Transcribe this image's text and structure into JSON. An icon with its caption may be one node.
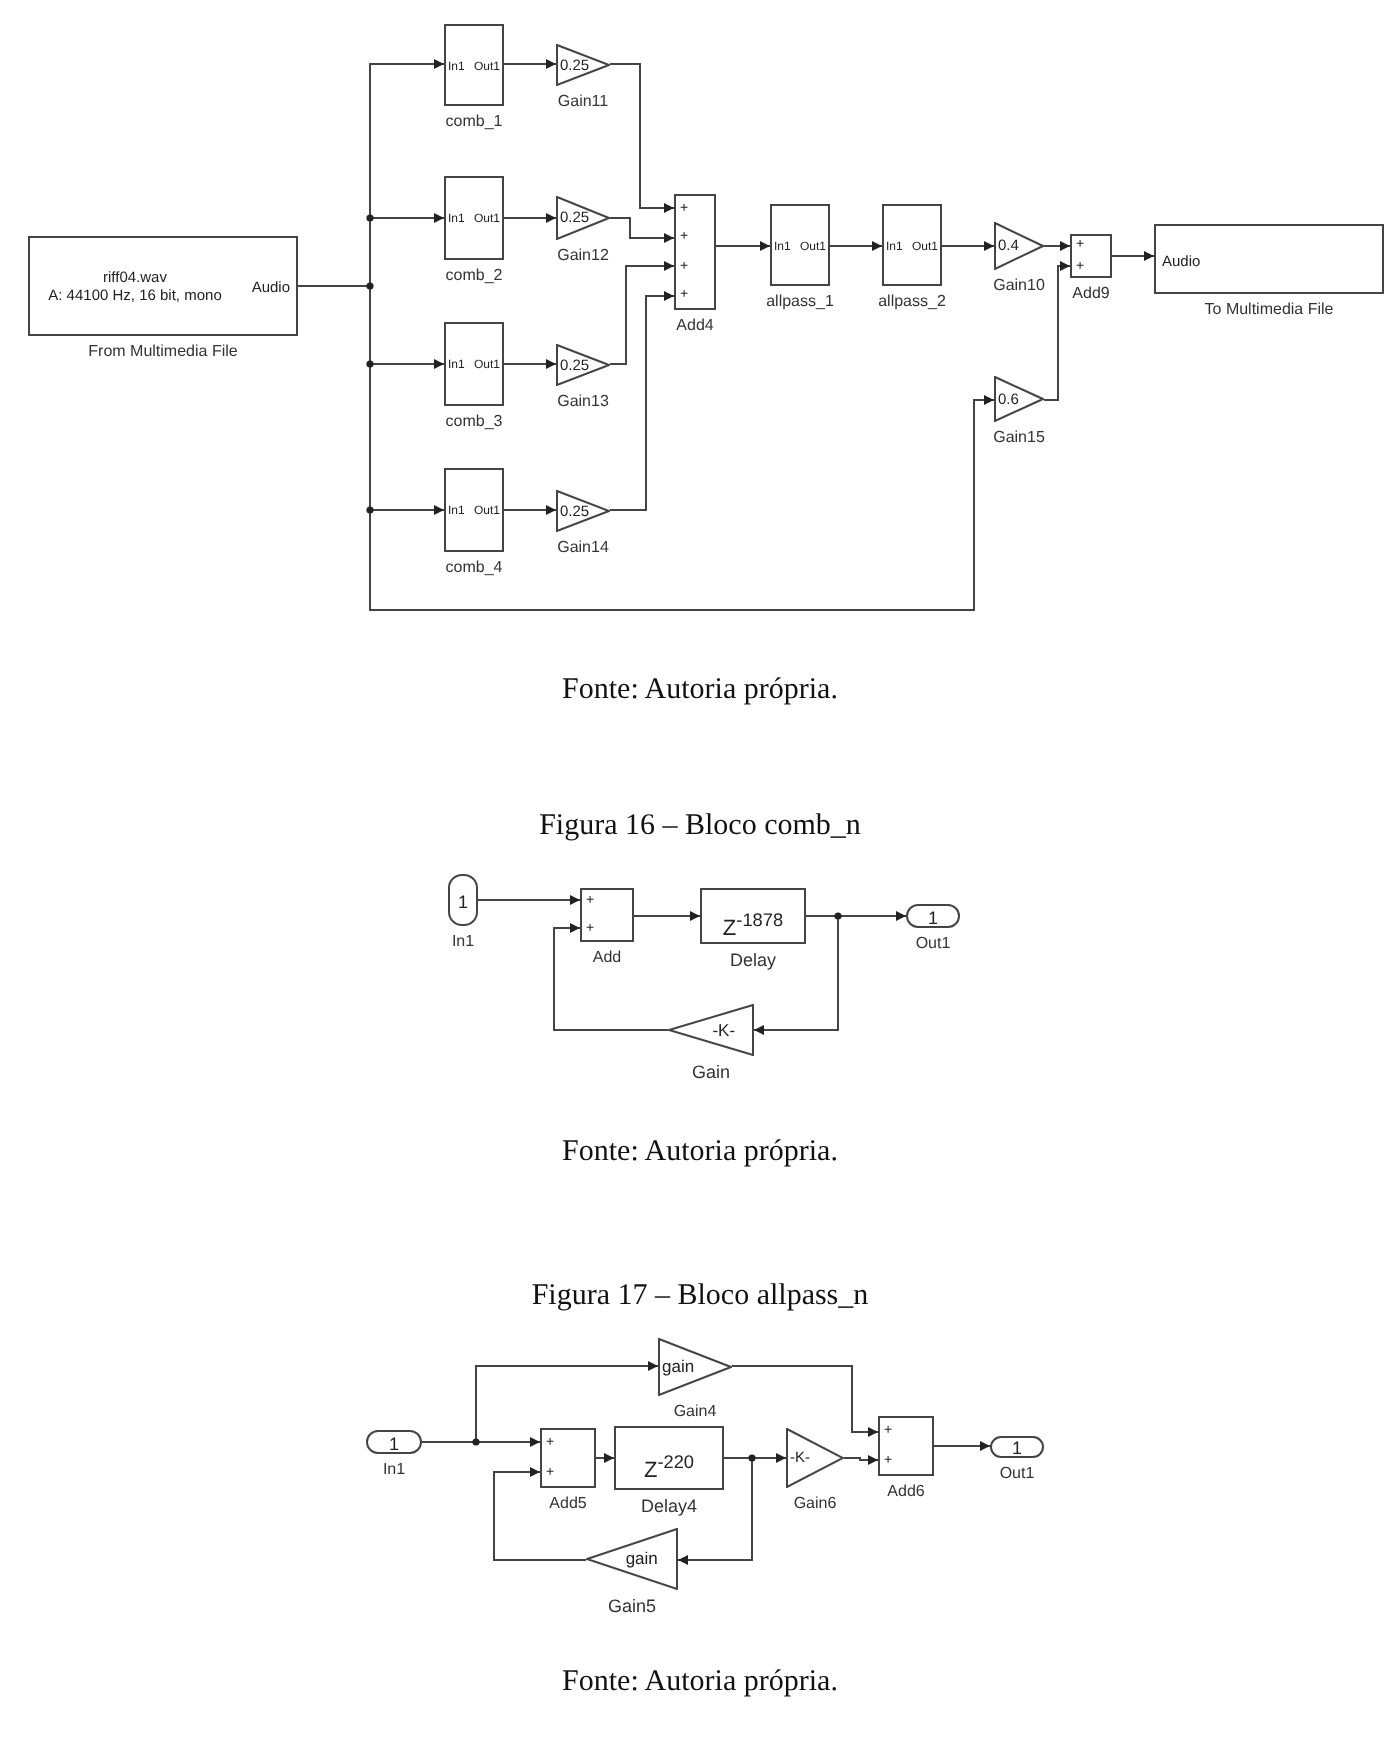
{
  "diagram": {
    "nodes": [
      {
        "text": [
          "riff04.wav",
          "A: 44100 Hz, 16 bit, mono",
          "Audio"
        ],
        "beside": [
          "From Multimedia File"
        ]
      },
      {
        "text": [
          "In1",
          "Out1"
        ],
        "beside": [
          "comb_1"
        ]
      },
      {
        "text": [
          "0.25"
        ],
        "beside": [
          "Gain11"
        ]
      },
      {
        "text": [
          "In1",
          "Out1"
        ],
        "beside": [
          "comb_2"
        ]
      },
      {
        "text": [
          "0.25"
        ],
        "beside": [
          "Gain12"
        ]
      },
      {
        "text": [
          "In1",
          "Out1"
        ],
        "beside": [
          "comb_3"
        ]
      },
      {
        "text": [
          "0.25"
        ],
        "beside": [
          "Gain13"
        ]
      },
      {
        "text": [
          "In1",
          "Out1"
        ],
        "beside": [
          "comb_4"
        ]
      },
      {
        "text": [
          "0.25"
        ],
        "beside": [
          "Gain14"
        ]
      },
      {
        "text": [
          "+",
          "+",
          "+",
          "+"
        ],
        "beside": [
          "Add4"
        ]
      },
      {
        "text": [
          "In1",
          "Out1"
        ],
        "beside": [
          "allpass_1"
        ]
      },
      {
        "text": [
          "In1",
          "Out1"
        ],
        "beside": [
          "allpass_2"
        ]
      },
      {
        "text": [
          "0.4"
        ],
        "beside": [
          "Gain10"
        ]
      },
      {
        "text": [
          "+",
          "+"
        ],
        "beside": [
          "Add9"
        ]
      },
      {
        "text": [
          "Audio"
        ],
        "beside": [
          "To Multimedia File"
        ]
      },
      {
        "text": [
          "0.6"
        ],
        "beside": [
          "Gain15"
        ]
      },
      {
        "text": [
          "1"
        ],
        "beside": [
          "In1"
        ]
      },
      {
        "text": [
          "+",
          "+"
        ],
        "beside": [
          "Add"
        ]
      },
      {
        "text": [
          "Z$^{-1878}$"
        ],
        "beside": [
          "Delay"
        ]
      },
      {
        "text": [
          "1"
        ],
        "beside": [
          "Out1"
        ]
      },
      {
        "text": [
          "-K-"
        ],
        "beside": [
          "Gain"
        ]
      },
      {
        "text": [
          "1"
        ],
        "beside": [
          "In1"
        ]
      },
      {
        "text": [
          "gain"
        ],
        "beside": [
          "Gain4"
        ]
      },
      {
        "text": [
          "+",
          "+"
        ],
        "beside": [
          "Add5"
        ]
      },
      {
        "text": [
          "Z$^{-220}$"
        ],
        "beside": [
          "Delay4"
        ]
      },
      {
        "text": [
          "-K-"
        ],
        "beside": [
          "Gain6"
        ]
      },
      {
        "text": [
          "+",
          "+"
        ],
        "beside": [
          "Add6"
        ]
      },
      {
        "text": [
          "1"
        ],
        "beside": [
          "Out1"
        ]
      },
      {
        "text": [
          "gain"
        ],
        "beside": [
          "Gain5"
        ]
      }
    ],
    "edges": [
      {
        "from": 0,
        "to": 1,
        "arrow": "to"
      },
      {
        "from": 0,
        "to": 3,
        "arrow": "to"
      },
      {
        "from": 0,
        "to": 5,
        "arrow": "to"
      },
      {
        "from": 0,
        "to": 7,
        "arrow": "to"
      },
      {
        "from": 0,
        "to": 15,
        "arrow": "to"
      },
      {
        "from": 1,
        "to": 2,
        "arrow": "to"
      },
      {
        "from": 3,
        "to": 4,
        "arrow": "to"
      },
      {
        "from": 5,
        "to": 6,
        "arrow": "to"
      },
      {
        "from": 7,
        "to": 8,
        "arrow": "to"
      },
      {
        "from": 2,
        "to": 9,
        "arrow": "to"
      },
      {
        "from": 4,
        "to": 9,
        "arrow": "to"
      },
      {
        "from": 6,
        "to": 9,
        "arrow": "to"
      },
      {
        "from": 8,
        "to": 9,
        "arrow": "to"
      },
      {
        "from": 9,
        "to": 10,
        "arrow": "to"
      },
      {
        "from": 10,
        "to": 11,
        "arrow": "to"
      },
      {
        "from": 11,
        "to": 12,
        "arrow": "to"
      },
      {
        "from": 12,
        "to": 13,
        "arrow": "to"
      },
      {
        "from": 15,
        "to": 13,
        "arrow": "to"
      },
      {
        "from": 13,
        "to": 14,
        "arrow": "to"
      },
      {
        "from": 16,
        "to": 17,
        "arrow": "to"
      },
      {
        "from": 17,
        "to": 18,
        "arrow": "to"
      },
      {
        "from": 18,
        "to": 19,
        "arrow": "to"
      },
      {
        "from": 18,
        "to": 20,
        "arrow": "to"
      },
      {
        "from": 20,
        "to": 17,
        "arrow": "to"
      },
      {
        "from": 21,
        "to": 23,
        "arrow": "to"
      },
      {
        "from": 21,
        "to": 22,
        "arrow": "to"
      },
      {
        "from": 23,
        "to": 24,
        "arrow": "to"
      },
      {
        "from": 24,
        "to": 25,
        "arrow": "to"
      },
      {
        "from": 24,
        "to": 28,
        "arrow": "to"
      },
      {
        "from": 28,
        "to": 23,
        "arrow": "to"
      },
      {
        "from": 22,
        "to": 26,
        "arrow": "to"
      },
      {
        "from": 25,
        "to": 26,
        "arrow": "to"
      },
      {
        "from": 26,
        "to": 27,
        "arrow": "to"
      }
    ],
    "labels": [
      "Fonte: Autoria própria.",
      "Figura 16 – Bloco comb_n",
      "Fonte: Autoria própria.",
      "Figura 17 – Bloco allpass_n",
      "Fonte: Autoria própria."
    ]
  }
}
